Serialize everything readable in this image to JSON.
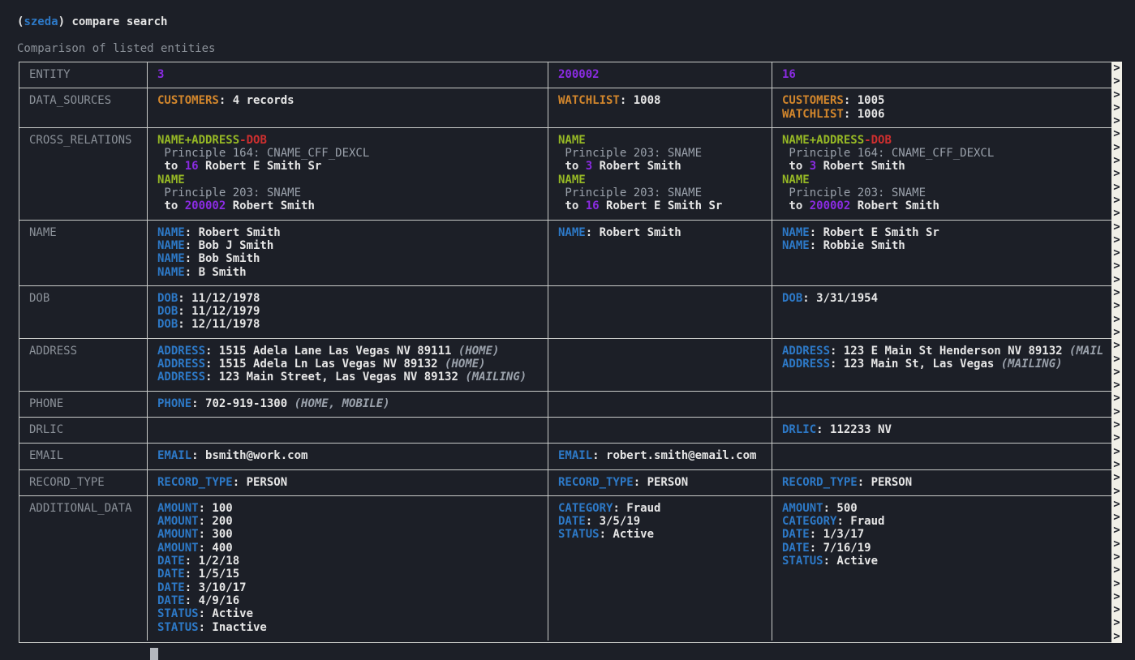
{
  "prompt": {
    "open_paren": "(",
    "app_name": "szeda",
    "command_rest": ") compare search"
  },
  "subtitle": "Comparison of listed entities",
  "colors": {
    "background": "#1c1f27",
    "border": "#c9cbc9",
    "entity_id": "#8a2be2",
    "data_source": "#d2862c",
    "attribute_key": "#2d79c7",
    "value_text": "#e6e6e6",
    "muted": "#9aa1ab",
    "match_key": "#96b825",
    "mismatch": "#cf2f2f",
    "annotation": "#9aa1ab",
    "row_label": "#8b9199",
    "indicator_bg": "#f1f0e8",
    "indicator_fg": "#23262e",
    "cursor": "#b3b7be",
    "prompt_name": "#2d79c7"
  },
  "table": {
    "entity_ids": [
      "3",
      "200002",
      "16"
    ],
    "rows": [
      {
        "label": "ENTITY",
        "cells": [
          [
            [
              [
                "id",
                "3"
              ]
            ]
          ],
          [
            [
              [
                "id",
                "200002"
              ]
            ]
          ],
          [
            [
              [
                "id",
                "16"
              ]
            ]
          ]
        ]
      },
      {
        "label": "DATA_SOURCES",
        "cells": [
          [
            [
              [
                "src",
                "CUSTOMERS"
              ],
              [
                "txt",
                ": 4 records"
              ]
            ]
          ],
          [
            [
              [
                "src",
                "WATCHLIST"
              ],
              [
                "txt",
                ": 1008"
              ]
            ]
          ],
          [
            [
              [
                "src",
                "CUSTOMERS"
              ],
              [
                "txt",
                ": 1005"
              ]
            ],
            [
              [
                "src",
                "WATCHLIST"
              ],
              [
                "txt",
                ": 1006"
              ]
            ]
          ]
        ]
      },
      {
        "label": "CROSS_RELATIONS",
        "cells": [
          [
            [
              [
                "match",
                "NAME+ADDRESS"
              ],
              [
                "diff",
                "-DOB"
              ]
            ],
            [
              [
                "dim",
                " Principle 164: CNAME_CFF_DEXCL"
              ]
            ],
            [
              [
                "txt",
                " to "
              ],
              [
                "id",
                "16"
              ],
              [
                "txt",
                " Robert E Smith Sr"
              ]
            ],
            [
              [
                "match",
                "NAME"
              ]
            ],
            [
              [
                "dim",
                " Principle 203: SNAME"
              ]
            ],
            [
              [
                "txt",
                " to "
              ],
              [
                "id",
                "200002"
              ],
              [
                "txt",
                " Robert Smith"
              ]
            ]
          ],
          [
            [
              [
                "match",
                "NAME"
              ]
            ],
            [
              [
                "dim",
                " Principle 203: SNAME"
              ]
            ],
            [
              [
                "txt",
                " to "
              ],
              [
                "id",
                "3"
              ],
              [
                "txt",
                " Robert Smith"
              ]
            ],
            [
              [
                "match",
                "NAME"
              ]
            ],
            [
              [
                "dim",
                " Principle 203: SNAME"
              ]
            ],
            [
              [
                "txt",
                " to "
              ],
              [
                "id",
                "16"
              ],
              [
                "txt",
                " Robert E Smith Sr"
              ]
            ]
          ],
          [
            [
              [
                "match",
                "NAME+ADDRESS"
              ],
              [
                "diff",
                "-DOB"
              ]
            ],
            [
              [
                "dim",
                " Principle 164: CNAME_CFF_DEXCL"
              ]
            ],
            [
              [
                "txt",
                " to "
              ],
              [
                "id",
                "3"
              ],
              [
                "txt",
                " Robert Smith"
              ]
            ],
            [
              [
                "match",
                "NAME"
              ]
            ],
            [
              [
                "dim",
                " Principle 203: SNAME"
              ]
            ],
            [
              [
                "txt",
                " to "
              ],
              [
                "id",
                "200002"
              ],
              [
                "txt",
                " Robert Smith"
              ]
            ]
          ]
        ]
      },
      {
        "label": "NAME",
        "cells": [
          [
            [
              [
                "key",
                "NAME"
              ],
              [
                "txt",
                ": Robert Smith"
              ]
            ],
            [
              [
                "key",
                "NAME"
              ],
              [
                "txt",
                ": Bob J Smith"
              ]
            ],
            [
              [
                "key",
                "NAME"
              ],
              [
                "txt",
                ": Bob Smith"
              ]
            ],
            [
              [
                "key",
                "NAME"
              ],
              [
                "txt",
                ": B Smith"
              ]
            ]
          ],
          [
            [
              [
                "key",
                "NAME"
              ],
              [
                "txt",
                ": Robert Smith"
              ]
            ]
          ],
          [
            [
              [
                "key",
                "NAME"
              ],
              [
                "txt",
                ": Robert E Smith Sr"
              ]
            ],
            [
              [
                "key",
                "NAME"
              ],
              [
                "txt",
                ": Robbie Smith"
              ]
            ]
          ]
        ]
      },
      {
        "label": "DOB",
        "cells": [
          [
            [
              [
                "key",
                "DOB"
              ],
              [
                "txt",
                ": 11/12/1978"
              ]
            ],
            [
              [
                "key",
                "DOB"
              ],
              [
                "txt",
                ": 11/12/1979"
              ]
            ],
            [
              [
                "key",
                "DOB"
              ],
              [
                "txt",
                ": 12/11/1978"
              ]
            ]
          ],
          [],
          [
            [
              [
                "key",
                "DOB"
              ],
              [
                "txt",
                ": 3/31/1954"
              ]
            ]
          ]
        ]
      },
      {
        "label": "ADDRESS",
        "cells": [
          [
            [
              [
                "key",
                "ADDRESS"
              ],
              [
                "txt",
                ": 1515 Adela Lane Las Vegas NV 89111 "
              ],
              [
                "note",
                "(HOME)"
              ]
            ],
            [
              [
                "key",
                "ADDRESS"
              ],
              [
                "txt",
                ": 1515 Adela Ln Las Vegas NV 89132 "
              ],
              [
                "note",
                "(HOME)"
              ]
            ],
            [
              [
                "key",
                "ADDRESS"
              ],
              [
                "txt",
                ": 123 Main Street, Las Vegas NV 89132 "
              ],
              [
                "note",
                "(MAILING)"
              ]
            ]
          ],
          [],
          [
            [
              [
                "key",
                "ADDRESS"
              ],
              [
                "txt",
                ": 123 E Main St Henderson NV 89132 "
              ],
              [
                "note",
                "(MAIL"
              ]
            ],
            [
              [
                "key",
                "ADDRESS"
              ],
              [
                "txt",
                ": 123 Main St, Las Vegas "
              ],
              [
                "note",
                "(MAILING)"
              ]
            ]
          ]
        ]
      },
      {
        "label": "PHONE",
        "cells": [
          [
            [
              [
                "key",
                "PHONE"
              ],
              [
                "txt",
                ": 702-919-1300 "
              ],
              [
                "note",
                "(HOME, MOBILE)"
              ]
            ]
          ],
          [],
          []
        ]
      },
      {
        "label": "DRLIC",
        "cells": [
          [],
          [],
          [
            [
              [
                "key",
                "DRLIC"
              ],
              [
                "txt",
                ": 112233 NV"
              ]
            ]
          ]
        ]
      },
      {
        "label": "EMAIL",
        "cells": [
          [
            [
              [
                "key",
                "EMAIL"
              ],
              [
                "txt",
                ": bsmith@work.com"
              ]
            ]
          ],
          [
            [
              [
                "key",
                "EMAIL"
              ],
              [
                "txt",
                ": robert.smith@email.com"
              ]
            ]
          ],
          []
        ]
      },
      {
        "label": "RECORD_TYPE",
        "cells": [
          [
            [
              [
                "key",
                "RECORD_TYPE"
              ],
              [
                "txt",
                ": PERSON"
              ]
            ]
          ],
          [
            [
              [
                "key",
                "RECORD_TYPE"
              ],
              [
                "txt",
                ": PERSON"
              ]
            ]
          ],
          [
            [
              [
                "key",
                "RECORD_TYPE"
              ],
              [
                "txt",
                ": PERSON"
              ]
            ]
          ]
        ]
      },
      {
        "label": "ADDITIONAL_DATA",
        "cells": [
          [
            [
              [
                "key",
                "AMOUNT"
              ],
              [
                "txt",
                ": 100"
              ]
            ],
            [
              [
                "key",
                "AMOUNT"
              ],
              [
                "txt",
                ": 200"
              ]
            ],
            [
              [
                "key",
                "AMOUNT"
              ],
              [
                "txt",
                ": 300"
              ]
            ],
            [
              [
                "key",
                "AMOUNT"
              ],
              [
                "txt",
                ": 400"
              ]
            ],
            [
              [
                "key",
                "DATE"
              ],
              [
                "txt",
                ": 1/2/18"
              ]
            ],
            [
              [
                "key",
                "DATE"
              ],
              [
                "txt",
                ": 1/5/15"
              ]
            ],
            [
              [
                "key",
                "DATE"
              ],
              [
                "txt",
                ": 3/10/17"
              ]
            ],
            [
              [
                "key",
                "DATE"
              ],
              [
                "txt",
                ": 4/9/16"
              ]
            ],
            [
              [
                "key",
                "STATUS"
              ],
              [
                "txt",
                ": Active"
              ]
            ],
            [
              [
                "key",
                "STATUS"
              ],
              [
                "txt",
                ": Inactive"
              ]
            ]
          ],
          [
            [
              [
                "key",
                "CATEGORY"
              ],
              [
                "txt",
                ": Fraud"
              ]
            ],
            [
              [
                "key",
                "DATE"
              ],
              [
                "txt",
                ": 3/5/19"
              ]
            ],
            [
              [
                "key",
                "STATUS"
              ],
              [
                "txt",
                ": Active"
              ]
            ]
          ],
          [
            [
              [
                "key",
                "AMOUNT"
              ],
              [
                "txt",
                ": 500"
              ]
            ],
            [
              [
                "key",
                "CATEGORY"
              ],
              [
                "txt",
                ": Fraud"
              ]
            ],
            [
              [
                "key",
                "DATE"
              ],
              [
                "txt",
                ": 1/3/17"
              ]
            ],
            [
              [
                "key",
                "DATE"
              ],
              [
                "txt",
                ": 7/16/19"
              ]
            ],
            [
              [
                "key",
                "STATUS"
              ],
              [
                "txt",
                ": Active"
              ]
            ]
          ]
        ]
      }
    ]
  },
  "overflow_indicator": {
    "char": ">",
    "count": 44
  }
}
